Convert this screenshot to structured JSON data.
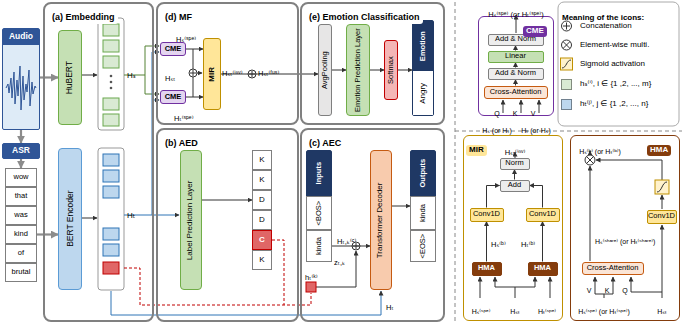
{
  "diagram": {
    "nodes": [
      {
        "text": [
          "Audio"
        ]
      },
      {
        "text": [
          "ASR"
        ]
      },
      {
        "text": [
          "wow"
        ]
      },
      {
        "text": [
          "that"
        ]
      },
      {
        "text": [
          "was"
        ]
      },
      {
        "text": [
          "kind"
        ]
      },
      {
        "text": [
          "of"
        ]
      },
      {
        "text": [
          "brutal"
        ]
      },
      {
        "text": [
          "(a) Embedding"
        ]
      },
      {
        "text": [
          "HuBERT"
        ],
        "in": 8
      },
      {
        "text": [
          "BERT Encoder"
        ],
        "in": 8
      },
      {
        "text": [
          "(d) MF"
        ]
      },
      {
        "text": [
          "CME"
        ],
        "in": 11
      },
      {
        "text": [
          "CME"
        ],
        "in": 11
      },
      {
        "text": [
          "MIR"
        ],
        "in": 11
      },
      {
        "text": [
          "(b) AED"
        ]
      },
      {
        "text": [
          "Label Prediction Layer"
        ],
        "in": 15
      },
      {
        "text": [
          "K"
        ],
        "in": 15
      },
      {
        "text": [
          "K"
        ],
        "in": 15
      },
      {
        "text": [
          "D"
        ],
        "in": 15
      },
      {
        "text": [
          "D"
        ],
        "in": 15
      },
      {
        "text": [
          "C"
        ],
        "in": 15
      },
      {
        "text": [
          "K"
        ],
        "in": 15
      },
      {
        "text": [
          "(e) Emotion Classification"
        ]
      },
      {
        "text": [
          "AvgPooling"
        ],
        "in": 23
      },
      {
        "text": [
          "Emotion Prediction Layer"
        ],
        "in": 23
      },
      {
        "text": [
          "Softmax"
        ],
        "in": 23
      },
      {
        "text": [
          "Emotion",
          "Angry"
        ],
        "in": 23
      },
      {
        "text": [
          "(c) AEC"
        ]
      },
      {
        "text": [
          "Inputs"
        ],
        "in": 28
      },
      {
        "text": [
          "<BOS>"
        ],
        "in": 29
      },
      {
        "text": [
          "kinda"
        ],
        "in": 29
      },
      {
        "text": [
          "Transformer Decoder"
        ],
        "in": 28
      },
      {
        "text": [
          "Outputs"
        ],
        "in": 28
      },
      {
        "text": [
          "kinda"
        ],
        "in": 33
      },
      {
        "text": [
          "<EOS>"
        ],
        "in": 33
      },
      {
        "text": [
          "CME"
        ]
      },
      {
        "text": [
          "Cross-Attention"
        ],
        "in": 36
      },
      {
        "text": [
          "Add & Norm"
        ],
        "in": 36
      },
      {
        "text": [
          "Linear"
        ],
        "in": 36
      },
      {
        "text": [
          "Add & Norm"
        ],
        "in": 36
      },
      {
        "text": [
          "MIR"
        ]
      },
      {
        "text": [
          "Norm"
        ],
        "in": 41
      },
      {
        "text": [
          "Add"
        ],
        "in": 41
      },
      {
        "text": [
          "Conv1D"
        ],
        "in": 41
      },
      {
        "text": [
          "Conv1D"
        ],
        "in": 41
      },
      {
        "text": [
          "HMA"
        ],
        "in": 41
      },
      {
        "text": [
          "HMA"
        ],
        "in": 41
      },
      {
        "text": [
          "HMA"
        ]
      },
      {
        "text": [
          "Cross-Attention"
        ],
        "in": 48
      },
      {
        "text": [
          "Conv1D"
        ],
        "in": 48
      }
    ],
    "edges": [
      {
        "from": 0,
        "to": 1,
        "arrow": "to"
      },
      {
        "from": 1,
        "to": 2,
        "arrow": "to"
      },
      {
        "from": 0,
        "to": 9,
        "arrow": "to"
      },
      {
        "from": 5,
        "to": 10,
        "arrow": "to"
      },
      {
        "from": 12,
        "to": 14,
        "arrow": "to"
      },
      {
        "from": 13,
        "to": 14,
        "arrow": "to"
      },
      {
        "from": 14,
        "to": 24,
        "arrow": "to"
      },
      {
        "from": 24,
        "to": 25,
        "arrow": "to"
      },
      {
        "from": 25,
        "to": 26,
        "arrow": "to"
      },
      {
        "from": 26,
        "to": 27,
        "arrow": "to"
      },
      {
        "from": 16,
        "to": 19,
        "arrow": "to"
      },
      {
        "from": 31,
        "to": 32,
        "arrow": "to"
      },
      {
        "from": 32,
        "to": 33,
        "arrow": "to"
      },
      {
        "from": 37,
        "to": 38,
        "arrow": "to"
      },
      {
        "from": 38,
        "to": 39,
        "arrow": "to"
      },
      {
        "from": 39,
        "to": 40,
        "arrow": "to"
      },
      {
        "from": 46,
        "to": 44,
        "arrow": "to"
      },
      {
        "from": 47,
        "to": 45,
        "arrow": "to"
      },
      {
        "from": 44,
        "to": 43,
        "arrow": "to"
      },
      {
        "from": 45,
        "to": 43,
        "arrow": "to"
      },
      {
        "from": 43,
        "to": 42,
        "arrow": "to"
      }
    ],
    "labels": [
      "Hₛ",
      "Hₜ",
      "Hₛ⁽ˢᵖᵉ⁾",
      "Hₛₜ",
      "Hₜ⁽ˢᵖᵉ⁾",
      "Hₛₜ⁽ⁱⁿᵛ⁾",
      "Hₛₜ⁽ᶠᵘˢ⁾",
      "hₜ⁽ᵏ⁾",
      "zₜ,ₖ",
      "Hₜ,ₖ⁽ᶜ⁾",
      "Hₜ",
      "Hₛ⁽ˢᵖᵉ⁾ (or Hₜ⁽ˢᵖᵉ⁾)",
      "Q",
      "K",
      "V",
      "Hₛ (or Hₜ)",
      "Hₜ (or Hₛ)",
      "Meaning of the icons:",
      "Hₛₜ⁽ⁱⁿᵛ⁾",
      "Hₛ⁽ᵇ⁾",
      "Hₜ⁽ᵇ⁾",
      "Hₛ⁽ˢᵖᵉ⁾",
      "Hₛₜ",
      "Hₜ⁽ˢᵖᵉ⁾",
      "Hₛ⁽ᵇ⁾ (or Hₜ⁽ᵇ⁾)",
      "Hₛ⁽ˢʰᵃʳᵉ⁾ (or Hₜ⁽ˢʰᵃʳᵉ⁾)",
      "V",
      "K",
      "Q",
      "Hₛ⁽ˢᵖᵉ⁾ (or Hₜ⁽ˢᵖᵉ⁾)",
      "Hₛₜ"
    ],
    "legend": [
      {
        "text": "Concatenation"
      },
      {
        "text": "Element-wise multi."
      },
      {
        "text": "Sigmoid activation"
      },
      {
        "text": "hₛ⁽ⁱ⁾, i ∈ {1 ,2, ..., m}",
        "color": "#d9ead3"
      },
      {
        "text": "hₜ⁽ʲ⁾, j ∈ {1 ,2, ..., n}",
        "color": "#bdd7ee"
      }
    ]
  }
}
